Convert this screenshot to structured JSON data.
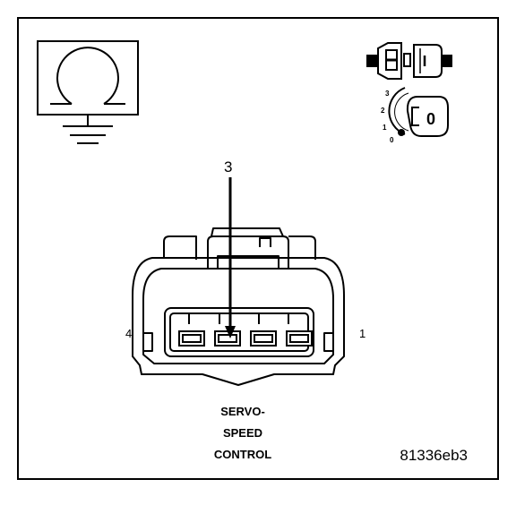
{
  "diagram": {
    "callout": "3",
    "pin_left": "4",
    "pin_right": "1",
    "caption_lines": [
      "SERVO-",
      "SPEED",
      "CONTROL"
    ],
    "figure_code": "81336eb3"
  },
  "key_icon": {
    "positions": [
      "3",
      "2",
      "1",
      "0"
    ],
    "key_label": "0"
  },
  "icons": {
    "meter": "ohmmeter-ground-icon",
    "connector": "disconnected-connector-icon",
    "ignition": "ignition-key-off-icon"
  }
}
